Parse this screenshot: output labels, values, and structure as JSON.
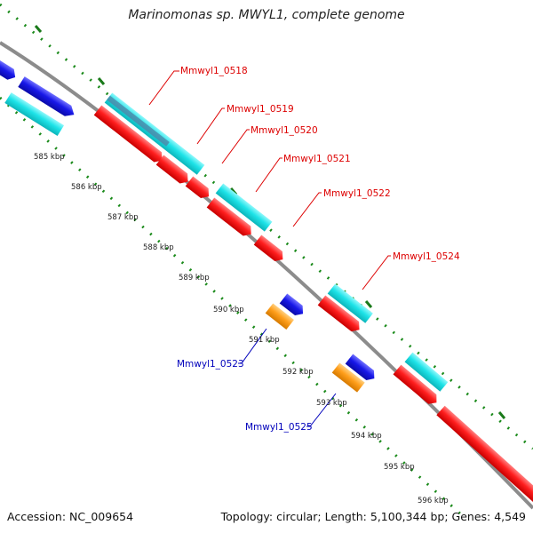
{
  "title": "Marinomonas sp. MWYL1, complete genome",
  "accession": "Accession: NC_009654",
  "topology": "Topology: circular; Length: 5,100,344 bp; Genes: 4,549",
  "colors": {
    "backbone": "#8c8c8c",
    "forward_cds": "#00e5e8",
    "reverse_cds": "#ff1a1a",
    "forward_gene": "#1515e0",
    "reverse_gene": "#ff9a1a",
    "tick": "#1a8a1a",
    "forward_label": "#dd0000",
    "reverse_label": "#0000bb"
  },
  "scale_ticks": [
    "585 kbp",
    "586 kbp",
    "587 kbp",
    "588 kbp",
    "589 kbp",
    "590 kbp",
    "591 kbp",
    "592 kbp",
    "593 kbp",
    "594 kbp",
    "595 kbp",
    "596 kbp"
  ],
  "gene_labels_forward": [
    "Mmwyl1_0518",
    "Mmwyl1_0519",
    "Mmwyl1_0520",
    "Mmwyl1_0521",
    "Mmwyl1_0522",
    "Mmwyl1_0524"
  ],
  "gene_labels_reverse": [
    "Mmwyl1_0523",
    "Mmwyl1_0525"
  ]
}
